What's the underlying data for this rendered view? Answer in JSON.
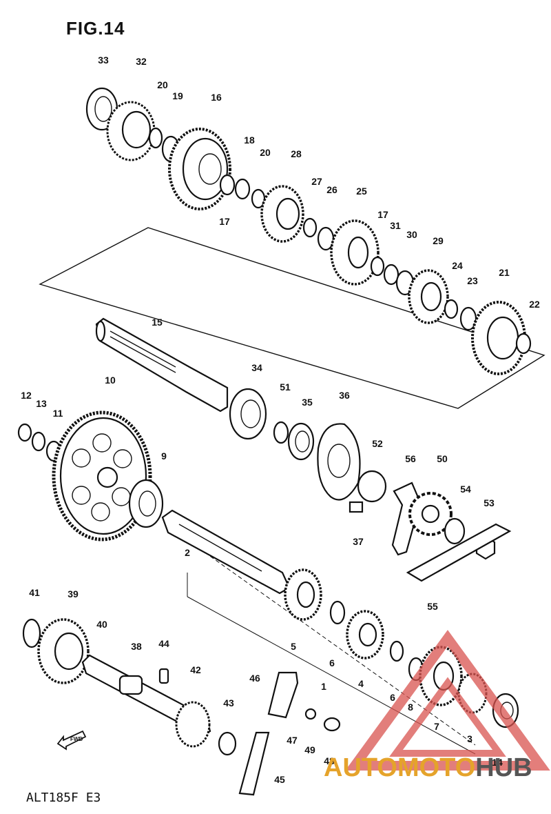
{
  "figure": {
    "title": "FIG.14",
    "code": "ALT185F E3"
  },
  "watermark": {
    "brand_part1": "AUTOMOTO",
    "brand_part2": "HUB",
    "colors": {
      "triangle": "#d9534f",
      "auto": "#e5a32b",
      "hub": "#555555"
    }
  },
  "fwd_label": "FWD",
  "callouts": [
    "33",
    "32",
    "20",
    "19",
    "16",
    "18",
    "20",
    "28",
    "17",
    "27",
    "26",
    "25",
    "17",
    "31",
    "30",
    "29",
    "24",
    "23",
    "21",
    "22",
    "15",
    "34",
    "51",
    "35",
    "36",
    "52",
    "56",
    "50",
    "54",
    "53",
    "12",
    "13",
    "11",
    "10",
    "9",
    "37",
    "55",
    "2",
    "5",
    "6",
    "4",
    "6",
    "8",
    "7",
    "3",
    "14",
    "1",
    "41",
    "39",
    "40",
    "38",
    "44",
    "42",
    "43",
    "46",
    "47",
    "49",
    "48",
    "45"
  ]
}
